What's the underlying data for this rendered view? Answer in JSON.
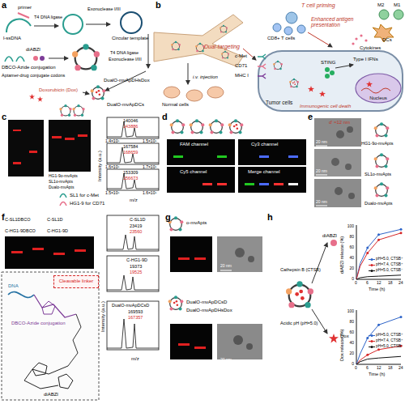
{
  "diagram": {
    "nodes": [
      {
        "text": [
          "Tumor cells"
        ]
      },
      {
        "text": [
          "Nucleus"
        ],
        "in": 0
      },
      {
        "text": [
          "Cleavable linker"
        ]
      }
    ],
    "labels": [
      "a",
      "primer",
      "T4 DNA ligase",
      "Exonuclease I/III",
      "l-ssDNA",
      "Circular template",
      "diABZI",
      "DBCO-Azide conjugation",
      "Aptamer-drug conjugate codons",
      "T4 DNA ligase",
      "Exonuclease I/III",
      "Doxorubicin (Dox)",
      "DualO-mvApDHsDox",
      "DualO-mvApDCs",
      "b",
      "i.v. injection",
      "Normal cells",
      "T cell priming",
      "M2",
      "M1",
      "Enhanced antigen presentation",
      "DCs",
      "CD8+ T cells",
      "Cytokines",
      "Dual-targeting",
      "c-Met",
      "CD71",
      "MHC I",
      "STING",
      "Type I IFNs",
      "Immunogenic cell death",
      "c",
      "SL1 for c-Met",
      "HG1-9 for CD71",
      "HG1-9o-mvApts",
      "SL1o-mvApts",
      "Dualo-mvApts",
      "140046",
      "143886",
      "167584",
      "168659",
      "153309",
      "156673",
      "Intensity (a.u.)",
      "1.4×10⁵",
      "1.5×10⁵",
      "1.6×10⁵",
      "1.7×10⁵",
      "1.5×10⁵",
      "1.6×10⁵",
      "m/z",
      "d",
      "FAM channel",
      "Cy3 channel",
      "Cy5 channel",
      "Merge channel",
      "e",
      "d' ≈12 nm",
      "20 nm",
      "HG1-9o-mvApts",
      "20 nm",
      "SL1o-mvApts",
      "20 nm",
      "Dualo-mvApts",
      "f",
      "C-SL1DBCO",
      "C-SL1D",
      "C-HG1-9DBCO",
      "C-HG1-9D",
      "DNA",
      "DBCO-Azide conjugation",
      "diABZI",
      "C-SL1D",
      "23419",
      "23560",
      "C-HG1-9D",
      "19373",
      "19525",
      "DualO-mvApDCsD",
      "169593",
      "167357",
      "Intensity (a.u.)",
      "m/z",
      "g",
      "o-mvApts",
      "20 nm",
      "DualO-mvApDCsD",
      "DualO-mvApDHsDox",
      "20 nm",
      "h",
      "diABZI",
      "Cathepsin B (CTSB)",
      "Acidic pH (pH=5.0)",
      "Dox",
      "diABZI release (%)",
      "Time (h)",
      "Dox release (%)",
      "Time (h)",
      "0",
      "20",
      "40",
      "60",
      "80",
      "100",
      "0",
      "6",
      "12",
      "18",
      "24",
      "0",
      "20",
      "40",
      "60",
      "80",
      "100",
      "0",
      "6",
      "12",
      "18",
      "24"
    ],
    "legend": [
      {
        "text": "pH=5.0, CTSB⁺"
      },
      {
        "text": "pH=7.4, CTSB⁺"
      },
      {
        "text": "pH=5.0, CTSB⁻"
      },
      {
        "text": "pH=5.0, CTSB⁺"
      },
      {
        "text": "pH=7.4, CTSB⁺"
      },
      {
        "text": "pH=5.0, CTSB⁻"
      }
    ]
  }
}
